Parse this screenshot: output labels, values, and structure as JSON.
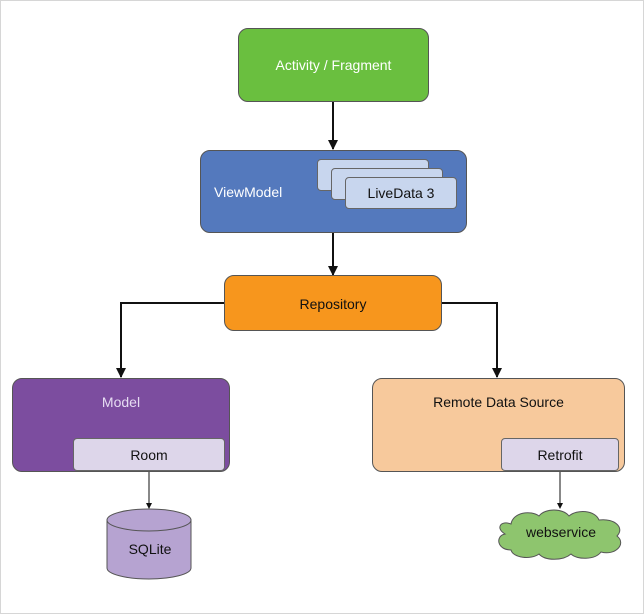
{
  "diagram": {
    "activity_fragment": {
      "label": "Activity / Fragment",
      "color": "#6abf3f"
    },
    "viewmodel": {
      "label": "ViewModel",
      "color": "#5479bd"
    },
    "livedata": {
      "label": "LiveData 3",
      "color": "#c8d6ee"
    },
    "repository": {
      "label": "Repository",
      "color": "#f7961d"
    },
    "model": {
      "label": "Model",
      "color": "#7c4d9f",
      "room_label": "Room"
    },
    "remote_data_source": {
      "label": "Remote Data Source",
      "color": "#f7c99c",
      "retrofit_label": "Retrofit"
    },
    "chip_color": "#ddd6ea",
    "sqlite": {
      "label": "SQLite",
      "color": "#b6a3d1"
    },
    "webservice": {
      "label": "webservice",
      "color": "#8ec56e"
    },
    "arrow_color": "#111111"
  }
}
